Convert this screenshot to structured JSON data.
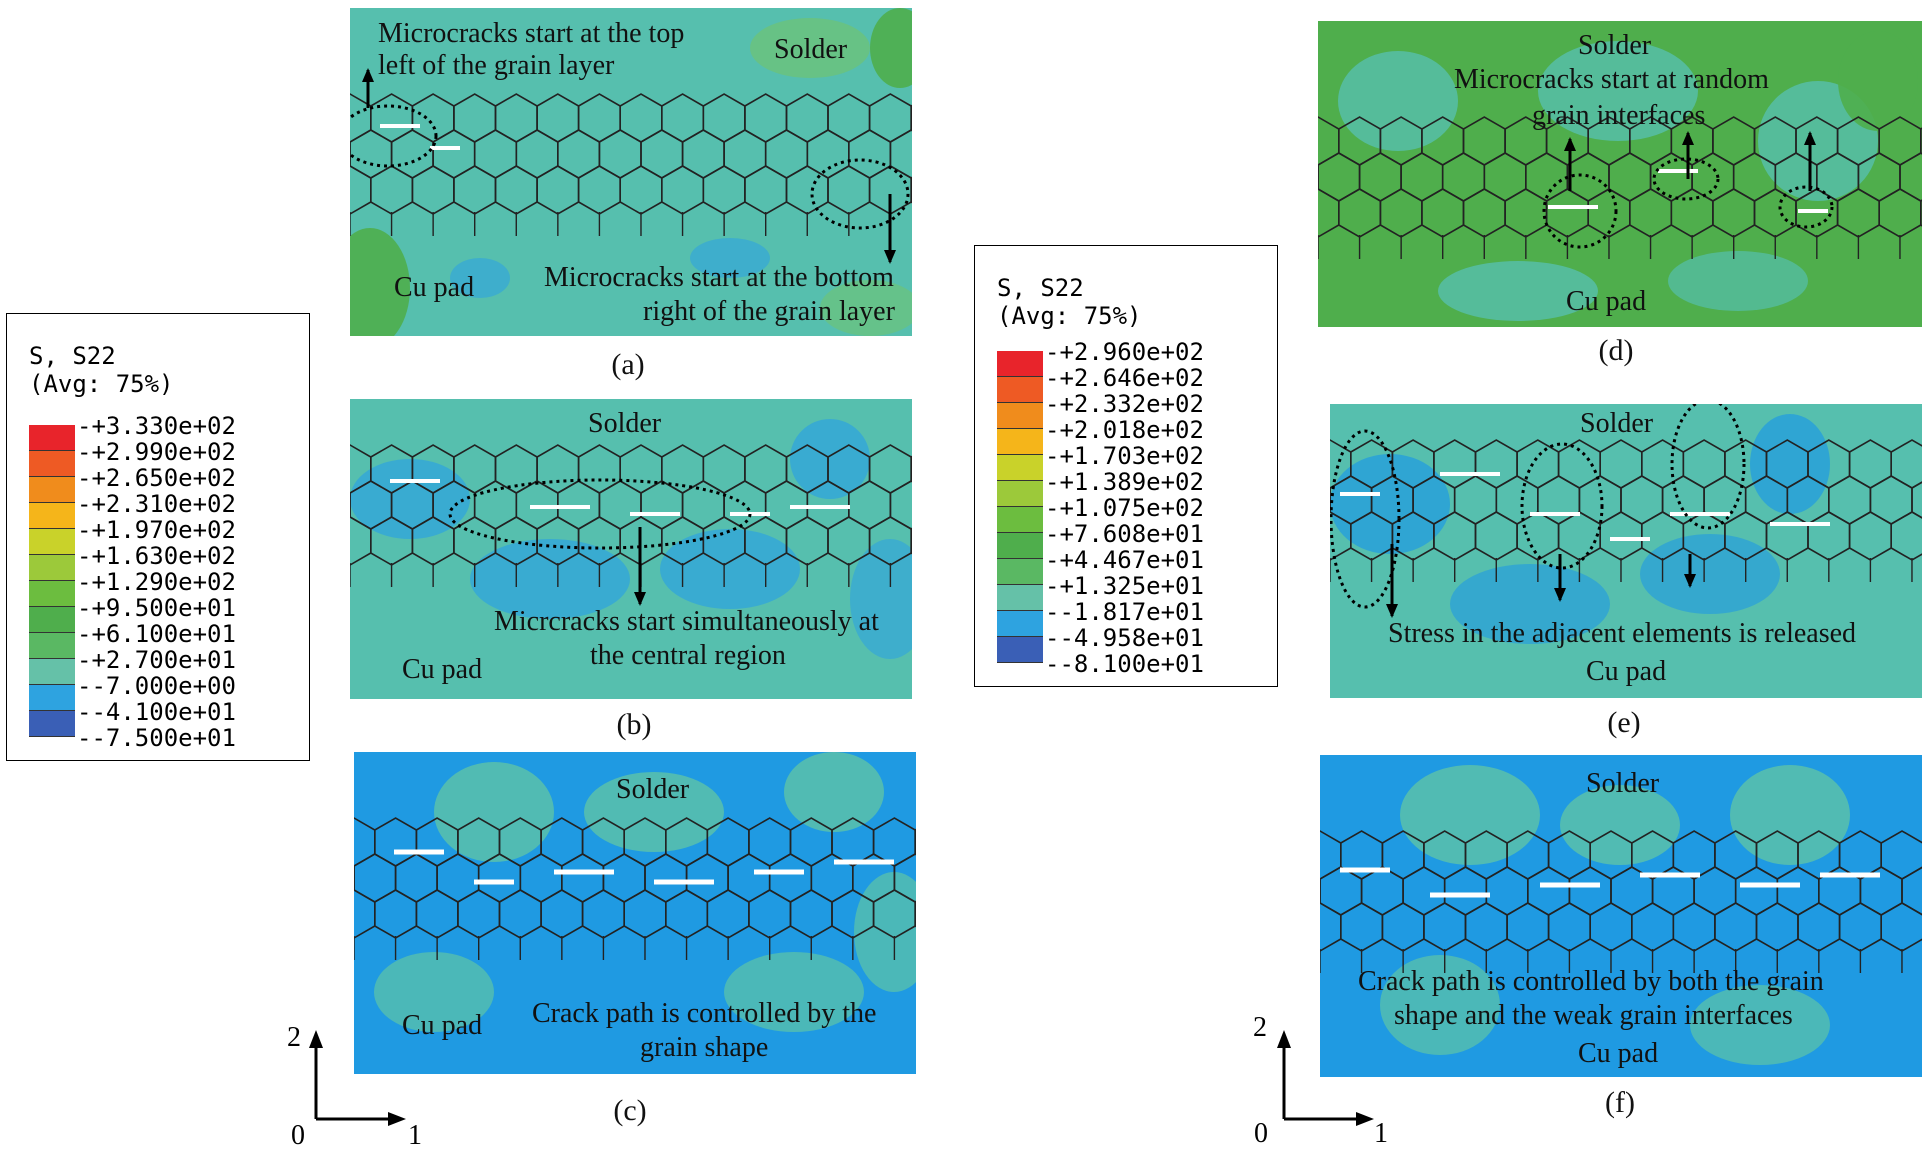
{
  "legend_left": {
    "title": "S, S22",
    "subtitle": "(Avg: 75%)",
    "values": [
      "+3.330e+02",
      "+2.990e+02",
      "+2.650e+02",
      "+2.310e+02",
      "+1.970e+02",
      "+1.630e+02",
      "+1.290e+02",
      "+9.500e+01",
      "+6.100e+01",
      "+2.700e+01",
      "-7.000e+00",
      "-4.100e+01",
      "-7.500e+01"
    ]
  },
  "legend_mid": {
    "title": "S, S22",
    "subtitle": "(Avg: 75%)",
    "values": [
      "+2.960e+02",
      "+2.646e+02",
      "+2.332e+02",
      "+2.018e+02",
      "+1.703e+02",
      "+1.389e+02",
      "+1.075e+02",
      "+7.608e+01",
      "+4.467e+01",
      "+1.325e+01",
      "-1.817e+01",
      "-4.958e+01",
      "-8.100e+01"
    ]
  },
  "colors": {
    "band_colors": [
      "#e8242b",
      "#ee5a24",
      "#f08c1c",
      "#f5b51a",
      "#c9d22a",
      "#9cc93a",
      "#6cbd3f",
      "#4fae4c",
      "#5ab863",
      "#65c1a8",
      "#2ea3e0",
      "#3a5fb6",
      "#2c3a9c"
    ],
    "solder_cyan": "#56bfae",
    "solder_blue": "#1f9ae2",
    "solder_green": "#5cb85c"
  },
  "panels": {
    "a": {
      "label": "(a)",
      "solder": "Solder",
      "pad": "Cu pad",
      "note1": "Microcracks start at the top",
      "note1b": "left of the grain layer",
      "note2": "Microcracks start at the bottom",
      "note2b": "right of the grain layer"
    },
    "b": {
      "label": "(b)",
      "solder": "Solder",
      "pad": "Cu pad",
      "note1": "Micrcracks start simultaneously at",
      "note1b": "the central region"
    },
    "c": {
      "label": "(c)",
      "solder": "Solder",
      "pad": "Cu pad",
      "note1": "Crack path is controlled by the",
      "note1b": "grain shape"
    },
    "d": {
      "label": "(d)",
      "solder": "Solder",
      "pad": "Cu pad",
      "note1": "Microcracks start at random",
      "note1b": "grain interfaces"
    },
    "e": {
      "label": "(e)",
      "solder": "Solder",
      "pad": "Cu pad",
      "note1": "Stress in the adjacent elements is released"
    },
    "f": {
      "label": "(f)",
      "solder": "Solder",
      "pad": "Cu pad",
      "note1": "Crack path is controlled by both the grain",
      "note1b": "shape and the weak grain interfaces"
    }
  },
  "axes": {
    "left": {
      "x": "1",
      "y": "2",
      "origin": "0"
    },
    "right": {
      "x": "1",
      "y": "2",
      "origin": "0"
    }
  }
}
